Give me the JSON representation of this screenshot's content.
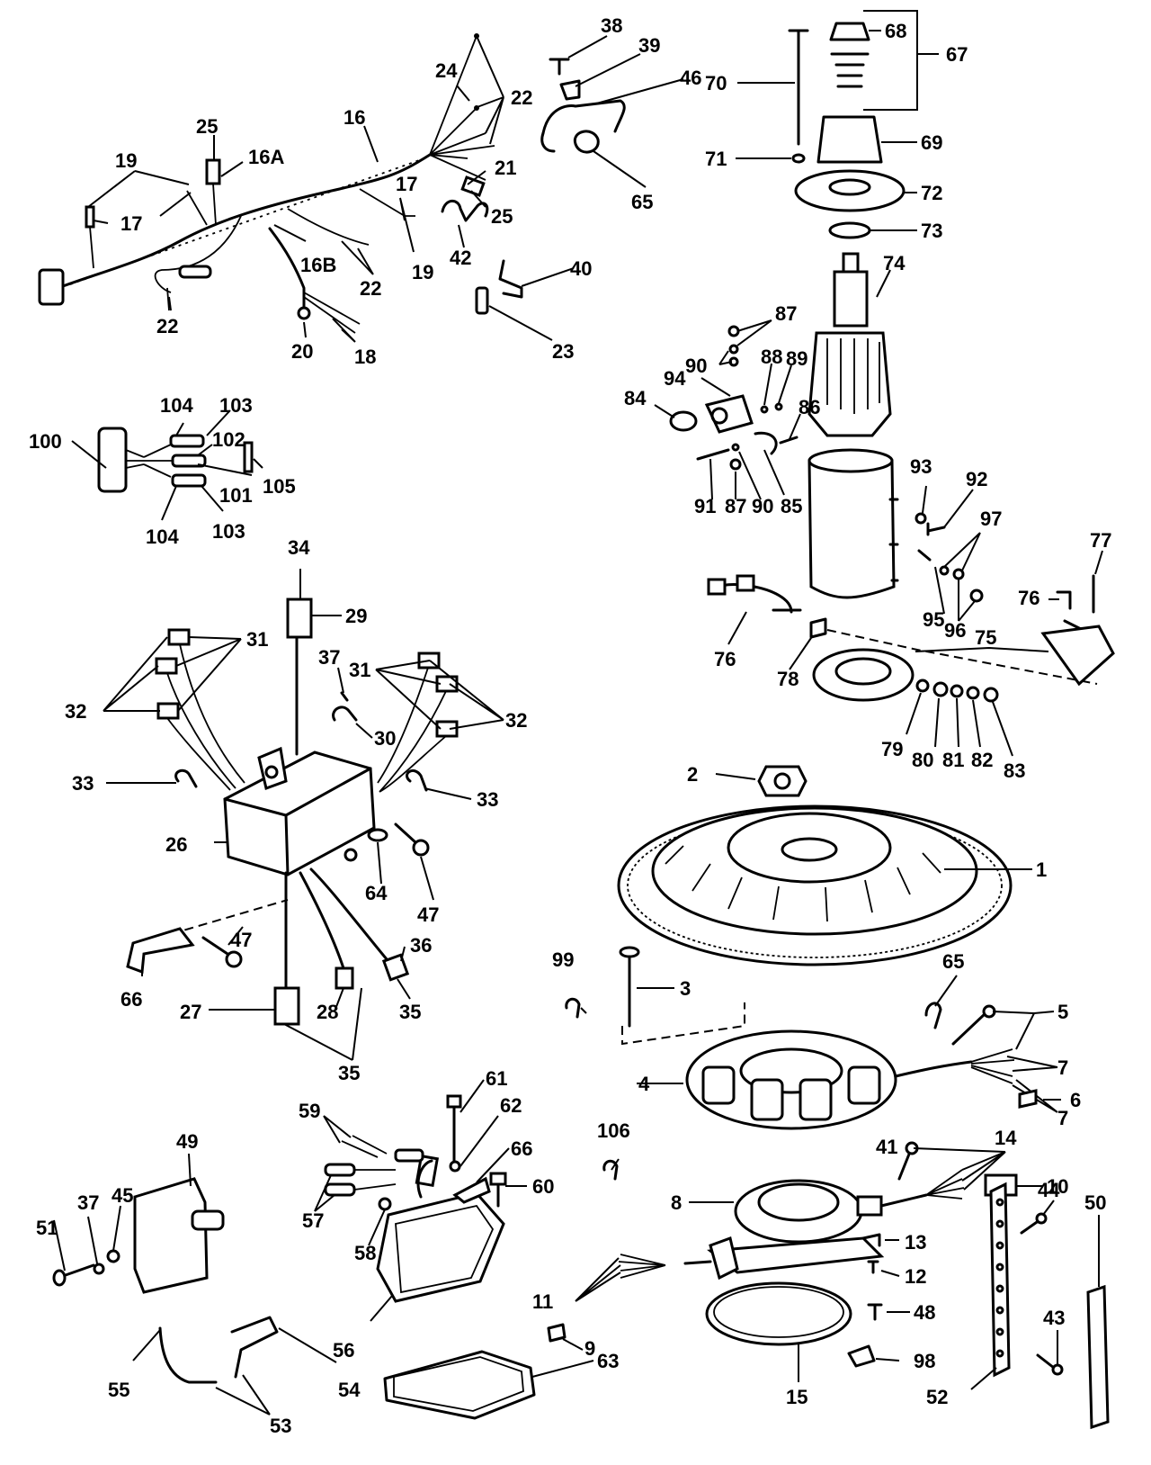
{
  "callouts": [
    {
      "id": "c1",
      "text": "1"
    },
    {
      "id": "c2",
      "text": "2"
    },
    {
      "id": "c3",
      "text": "3"
    },
    {
      "id": "c4",
      "text": "4"
    },
    {
      "id": "c5",
      "text": "5"
    },
    {
      "id": "c6",
      "text": "6"
    },
    {
      "id": "c7a",
      "text": "7"
    },
    {
      "id": "c7b",
      "text": "7"
    },
    {
      "id": "c8",
      "text": "8"
    },
    {
      "id": "c9",
      "text": "9"
    },
    {
      "id": "c10",
      "text": "10"
    },
    {
      "id": "c11",
      "text": "11"
    },
    {
      "id": "c12",
      "text": "12"
    },
    {
      "id": "c13",
      "text": "13"
    },
    {
      "id": "c14",
      "text": "14"
    },
    {
      "id": "c15",
      "text": "15"
    },
    {
      "id": "c16",
      "text": "16"
    },
    {
      "id": "c16A",
      "text": "16A"
    },
    {
      "id": "c16B",
      "text": "16B"
    },
    {
      "id": "c17a",
      "text": "17"
    },
    {
      "id": "c17b",
      "text": "17"
    },
    {
      "id": "c18",
      "text": "18"
    },
    {
      "id": "c19a",
      "text": "19"
    },
    {
      "id": "c19b",
      "text": "19"
    },
    {
      "id": "c20",
      "text": "20"
    },
    {
      "id": "c21",
      "text": "21"
    },
    {
      "id": "c22a",
      "text": "22"
    },
    {
      "id": "c22b",
      "text": "22"
    },
    {
      "id": "c22c",
      "text": "22"
    },
    {
      "id": "c23",
      "text": "23"
    },
    {
      "id": "c24",
      "text": "24"
    },
    {
      "id": "c25a",
      "text": "25"
    },
    {
      "id": "c25b",
      "text": "25"
    },
    {
      "id": "c26",
      "text": "26"
    },
    {
      "id": "c27",
      "text": "27"
    },
    {
      "id": "c28",
      "text": "28"
    },
    {
      "id": "c29",
      "text": "29"
    },
    {
      "id": "c30",
      "text": "30"
    },
    {
      "id": "c31a",
      "text": "31"
    },
    {
      "id": "c31b",
      "text": "31"
    },
    {
      "id": "c32a",
      "text": "32"
    },
    {
      "id": "c32b",
      "text": "32"
    },
    {
      "id": "c33a",
      "text": "33"
    },
    {
      "id": "c33b",
      "text": "33"
    },
    {
      "id": "c34",
      "text": "34"
    },
    {
      "id": "c35a",
      "text": "35"
    },
    {
      "id": "c35b",
      "text": "35"
    },
    {
      "id": "c36",
      "text": "36"
    },
    {
      "id": "c37a",
      "text": "37"
    },
    {
      "id": "c37b",
      "text": "37"
    },
    {
      "id": "c38",
      "text": "38"
    },
    {
      "id": "c39",
      "text": "39"
    },
    {
      "id": "c40",
      "text": "40"
    },
    {
      "id": "c41",
      "text": "41"
    },
    {
      "id": "c42",
      "text": "42"
    },
    {
      "id": "c43",
      "text": "43"
    },
    {
      "id": "c44",
      "text": "44"
    },
    {
      "id": "c45",
      "text": "45"
    },
    {
      "id": "c46",
      "text": "46"
    },
    {
      "id": "c47a",
      "text": "47"
    },
    {
      "id": "c47b",
      "text": "47"
    },
    {
      "id": "c48",
      "text": "48"
    },
    {
      "id": "c49",
      "text": "49"
    },
    {
      "id": "c50",
      "text": "50"
    },
    {
      "id": "c51",
      "text": "51"
    },
    {
      "id": "c52",
      "text": "52"
    },
    {
      "id": "c53",
      "text": "53"
    },
    {
      "id": "c54",
      "text": "54"
    },
    {
      "id": "c55",
      "text": "55"
    },
    {
      "id": "c56",
      "text": "56"
    },
    {
      "id": "c57",
      "text": "57"
    },
    {
      "id": "c58",
      "text": "58"
    },
    {
      "id": "c59",
      "text": "59"
    },
    {
      "id": "c60",
      "text": "60"
    },
    {
      "id": "c61",
      "text": "61"
    },
    {
      "id": "c62",
      "text": "62"
    },
    {
      "id": "c63",
      "text": "63"
    },
    {
      "id": "c64",
      "text": "64"
    },
    {
      "id": "c65a",
      "text": "65"
    },
    {
      "id": "c65b",
      "text": "65"
    },
    {
      "id": "c66a",
      "text": "66"
    },
    {
      "id": "c66b",
      "text": "66"
    },
    {
      "id": "c67",
      "text": "67"
    },
    {
      "id": "c68",
      "text": "68"
    },
    {
      "id": "c69",
      "text": "69"
    },
    {
      "id": "c70",
      "text": "70"
    },
    {
      "id": "c71",
      "text": "71"
    },
    {
      "id": "c72",
      "text": "72"
    },
    {
      "id": "c73",
      "text": "73"
    },
    {
      "id": "c74",
      "text": "74"
    },
    {
      "id": "c75",
      "text": "75"
    },
    {
      "id": "c76a",
      "text": "76"
    },
    {
      "id": "c76b",
      "text": "76"
    },
    {
      "id": "c77",
      "text": "77"
    },
    {
      "id": "c78",
      "text": "78"
    },
    {
      "id": "c79",
      "text": "79"
    },
    {
      "id": "c80",
      "text": "80"
    },
    {
      "id": "c81",
      "text": "81"
    },
    {
      "id": "c82",
      "text": "82"
    },
    {
      "id": "c83",
      "text": "83"
    },
    {
      "id": "c84",
      "text": "84"
    },
    {
      "id": "c85",
      "text": "85"
    },
    {
      "id": "c86",
      "text": "86"
    },
    {
      "id": "c87a",
      "text": "87"
    },
    {
      "id": "c87b",
      "text": "87"
    },
    {
      "id": "c88",
      "text": "88"
    },
    {
      "id": "c89",
      "text": "89"
    },
    {
      "id": "c90a",
      "text": "90"
    },
    {
      "id": "c90b",
      "text": "90"
    },
    {
      "id": "c91",
      "text": "91"
    },
    {
      "id": "c92",
      "text": "92"
    },
    {
      "id": "c93",
      "text": "93"
    },
    {
      "id": "c94",
      "text": "94"
    },
    {
      "id": "c95",
      "text": "95"
    },
    {
      "id": "c96",
      "text": "96"
    },
    {
      "id": "c97",
      "text": "97"
    },
    {
      "id": "c98",
      "text": "98"
    },
    {
      "id": "c99",
      "text": "99"
    },
    {
      "id": "c100",
      "text": "100"
    },
    {
      "id": "c101",
      "text": "101"
    },
    {
      "id": "c102",
      "text": "102"
    },
    {
      "id": "c103a",
      "text": "103"
    },
    {
      "id": "c103b",
      "text": "103"
    },
    {
      "id": "c104a",
      "text": "104"
    },
    {
      "id": "c104b",
      "text": "104"
    },
    {
      "id": "c105",
      "text": "105"
    },
    {
      "id": "c106",
      "text": "106"
    }
  ]
}
